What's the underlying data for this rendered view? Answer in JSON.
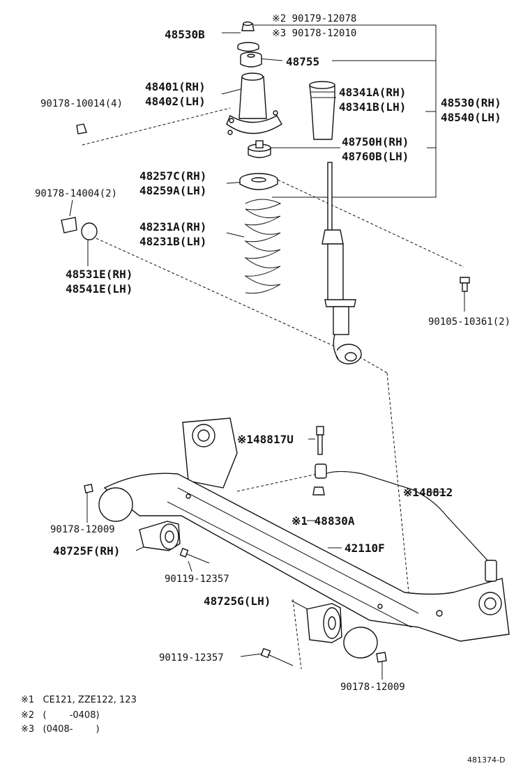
{
  "labels": {
    "l48530B": "48530B",
    "l90179": "※2 90179-12078",
    "l90178_12010": "※3 90178-12010",
    "l48755": "48755",
    "l48401": "48401(RH)",
    "l48402": "48402(LH)",
    "l90178_10014": "90178-10014(4)",
    "l48341A": "48341A(RH)",
    "l48341B": "48341B(LH)",
    "l48530RH": "48530(RH)",
    "l48540LH": "48540(LH)",
    "l48750H": "48750H(RH)",
    "l48760B": "48760B(LH)",
    "l48257C": "48257C(RH)",
    "l48259A": "48259A(LH)",
    "l90178_14004": "90178-14004(2)",
    "l48231A": "48231A(RH)",
    "l48231B": "48231B(LH)",
    "l48531E": "48531E(RH)",
    "l48541E": "48541E(LH)",
    "l90105": "90105-10361(2)",
    "l48817U": "※148817U",
    "l48812": "※148812",
    "l90178_12009a": "90178-12009",
    "l48830A": "※1 48830A",
    "l48725F": "48725F(RH)",
    "l42110F": "42110F",
    "l90119a": "90119-12357",
    "l48725G": "48725G(LH)",
    "l90119b": "90119-12357",
    "l90178_12009b": "90178-12009"
  },
  "notes": [
    "※1   CE121, ZZE122, 123",
    "※2   (        -0408)",
    "※3   (0408-        )"
  ],
  "diagram_code": "481374-D"
}
